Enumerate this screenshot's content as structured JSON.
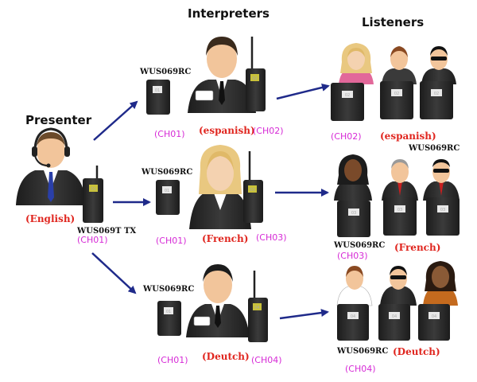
{
  "headers": {
    "presenter": "Presenter",
    "interpreters": "Interpreters",
    "listeners": "Listeners"
  },
  "presenter": {
    "language": "(English)",
    "transmitter_model": "WUS069T TX",
    "channel": "(CH01)",
    "transmitter_display": "01"
  },
  "interpreters": [
    {
      "receiver_model": "WUS069RC",
      "receiver_display": "01",
      "in_channel": "(CH01)",
      "language": "(espanish)",
      "out_channel": "(CH02)",
      "transmitter_display": "02"
    },
    {
      "receiver_model": "WUS069RC",
      "receiver_display": "01",
      "in_channel": "(CH01)",
      "language": "(French)",
      "out_channel": "(CH03)",
      "transmitter_display": "03"
    },
    {
      "receiver_model": "WUS069RC",
      "receiver_display": "01",
      "in_channel": "(CH01)",
      "language": "(Deutch)",
      "out_channel": "(CH04)",
      "transmitter_display": "04"
    }
  ],
  "listener_groups": [
    {
      "channel": "(CH02)",
      "language": "(espanish)",
      "receiver_model": "WUS069RC",
      "receiver_displays": [
        "02",
        "02",
        "02"
      ]
    },
    {
      "channel": "(CH03)",
      "language": "(French)",
      "receiver_model": "WUS069RC",
      "receiver_displays": [
        "03",
        "03",
        "03"
      ]
    },
    {
      "channel": "(CH04)",
      "language": "(Deutch)",
      "receiver_model": "WUS069RC",
      "receiver_displays": [
        "04",
        "04",
        "04"
      ]
    }
  ],
  "colors": {
    "arrow": "#1f2a8a",
    "channel_text": "#d62ad6",
    "language_text": "#e0261f",
    "device_body": "#2b2b2b",
    "display_screen": "#e8e8e8",
    "tx_screen": "#c9c23a"
  }
}
